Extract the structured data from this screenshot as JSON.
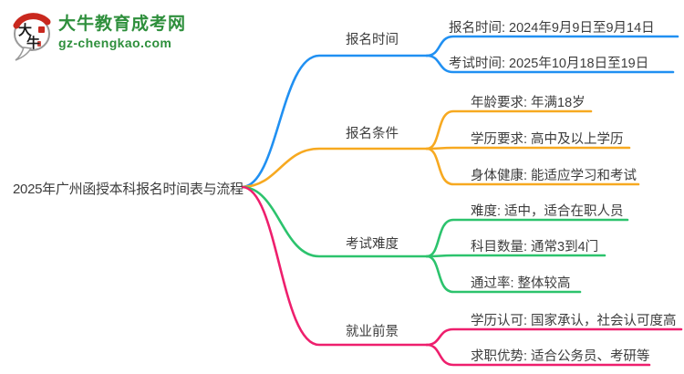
{
  "logo": {
    "icon_char_top": "大",
    "icon_char_bottom": "牛",
    "title": "大牛教育成考网",
    "subtitle": "gz-chengkao.com",
    "brand_green": "#2e8f3c",
    "seal_red": "#c9281e"
  },
  "mindmap": {
    "root": {
      "label": "2025年广州函授本科报名时间表与流程",
      "text_color": "#3c3c3c"
    },
    "branches": [
      {
        "label": "报名时间",
        "color": "#2090f2",
        "children": [
          "报名时间: 2024年9月9日至9月14日",
          "考试时间: 2025年10月18日至19日"
        ]
      },
      {
        "label": "报名条件",
        "color": "#f7a920",
        "children": [
          "年龄要求: 年满18岁",
          "学历要求: 高中及以上学历",
          "身体健康: 能适应学习和考试"
        ]
      },
      {
        "label": "考试难度",
        "color": "#2cc36d",
        "children": [
          "难度: 适中，适合在职人员",
          "科目数量: 通常3到4门",
          "通过率: 整体较高"
        ]
      },
      {
        "label": "就业前景",
        "color": "#ee1f6d",
        "children": [
          "学历认可: 国家承认，社会认可度高",
          "求职优势: 适合公务员、考研等"
        ]
      }
    ]
  }
}
